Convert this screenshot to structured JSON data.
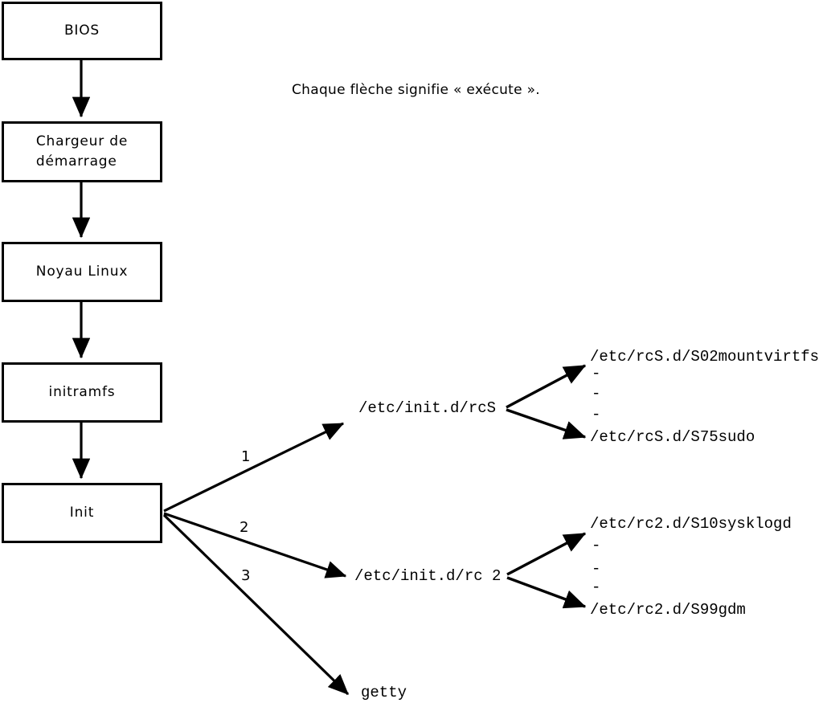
{
  "note": "Chaque flèche signifie « exécute ».",
  "nodes": {
    "bios": "BIOS",
    "bootloader": "Chargeur de\ndémarrage",
    "kernel": "Noyau Linux",
    "initramfs": "initramfs",
    "init": "Init"
  },
  "arrow_labels": {
    "one": "1",
    "two": "2",
    "three": "3"
  },
  "scripts": {
    "rcs": "/etc/init.d/rcS",
    "rc2": "/etc/init.d/rc 2",
    "getty": "getty",
    "rcs_children": [
      "/etc/rcS.d/S02mountvirtfs",
      "-",
      "-",
      "-",
      "/etc/rcS.d/S75sudo"
    ],
    "rc2_children": [
      "/etc/rc2.d/S10sysklogd",
      "-",
      "-",
      "-",
      "/etc/rc2.d/S99gdm"
    ]
  },
  "colors": {
    "line": "#000000",
    "background": "#ffffff"
  }
}
